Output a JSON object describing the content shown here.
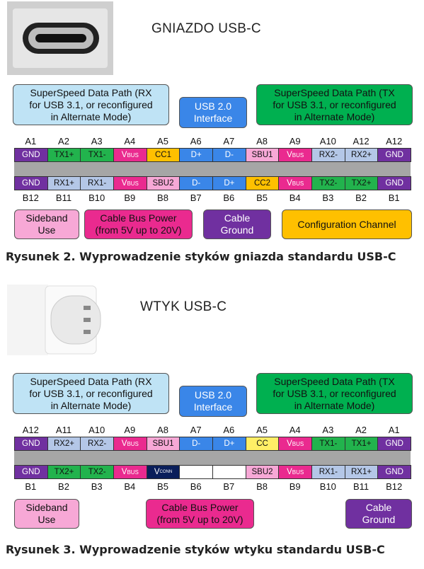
{
  "colors": {
    "gnd": "#7030a0",
    "superspeed": "#00a651",
    "vbus": "#ea2a8f",
    "cc": "#ffc000",
    "usb2": "#3a86e8",
    "sideband": "#f7a8d6",
    "rx_box": "#bfe3f5",
    "tx_box": "#00b050"
  },
  "socket": {
    "title": "GNIAZDO USB-C",
    "rx_box": "SuperSpeed Data Path (RX\nfor USB 3.1, or reconfigured\nin Alternate Mode)",
    "usb2_box": "USB 2.0\nInterface",
    "tx_box": "SuperSpeed Data Path (TX\nfor USB 3.1, or reconfigured\nin Alternate Mode)",
    "top_pins": [
      "A1",
      "A2",
      "A3",
      "A4",
      "A5",
      "A6",
      "A7",
      "A8",
      "A9",
      "A10",
      "A12",
      "A12"
    ],
    "top_signals": [
      "GND",
      "TX1+",
      "TX1-",
      "VBUS",
      "CC1",
      "D+",
      "D-",
      "SBU1",
      "VBUS",
      "RX2-",
      "RX2+",
      "GND"
    ],
    "bottom_signals": [
      "GND",
      "RX1+",
      "RX1-",
      "VBUS",
      "SBU2",
      "D-",
      "D+",
      "CC2",
      "VBUS",
      "TX2-",
      "TX2+",
      "GND"
    ],
    "bottom_pins": [
      "B12",
      "B11",
      "B10",
      "B9",
      "B8",
      "B7",
      "B6",
      "B5",
      "B4",
      "B3",
      "B2",
      "B1"
    ],
    "legend_sideband": "Sideband\nUse",
    "legend_power": "Cable Bus Power\n(from 5V up to 20V)",
    "legend_ground": "Cable\nGround",
    "legend_config": "Configuration Channel",
    "caption": "Rysunek 2. Wyprowadzenie styków gniazda standardu USB-C"
  },
  "plug": {
    "title": "WTYK USB-C",
    "rx_box": "SuperSpeed Data Path (RX\nfor USB 3.1, or reconfigured\nin Alternate Mode)",
    "usb2_box": "USB 2.0\nInterface",
    "tx_box": "SuperSpeed Data Path (TX\nfor USB 3.1, or reconfigured\nin Alternate Mode)",
    "top_pins": [
      "A12",
      "A11",
      "A10",
      "A9",
      "A8",
      "A7",
      "A6",
      "A5",
      "A4",
      "A3",
      "A2",
      "A1"
    ],
    "top_signals": [
      "GND",
      "RX2+",
      "RX2-",
      "VBUS",
      "SBU1",
      "D-",
      "D+",
      "CC",
      "VBUS",
      "TX1-",
      "TX1+",
      "GND"
    ],
    "bottom_signals": [
      "GND",
      "TX2+",
      "TX2-",
      "VBUS",
      "VCONN",
      "",
      "",
      "SBU2",
      "VBUS",
      "RX1-",
      "RX1+",
      "GND"
    ],
    "bottom_pins": [
      "B1",
      "B2",
      "B3",
      "B4",
      "B5",
      "B6",
      "B7",
      "B8",
      "B9",
      "B10",
      "B11",
      "B12"
    ],
    "legend_sideband": "Sideband\nUse",
    "legend_power": "Cable Bus Power\n(from 5V up to 20V)",
    "legend_ground": "Cable\nGround",
    "caption": "Rysunek 3. Wyprowadzenie styków wtyku standardu USB-C"
  }
}
